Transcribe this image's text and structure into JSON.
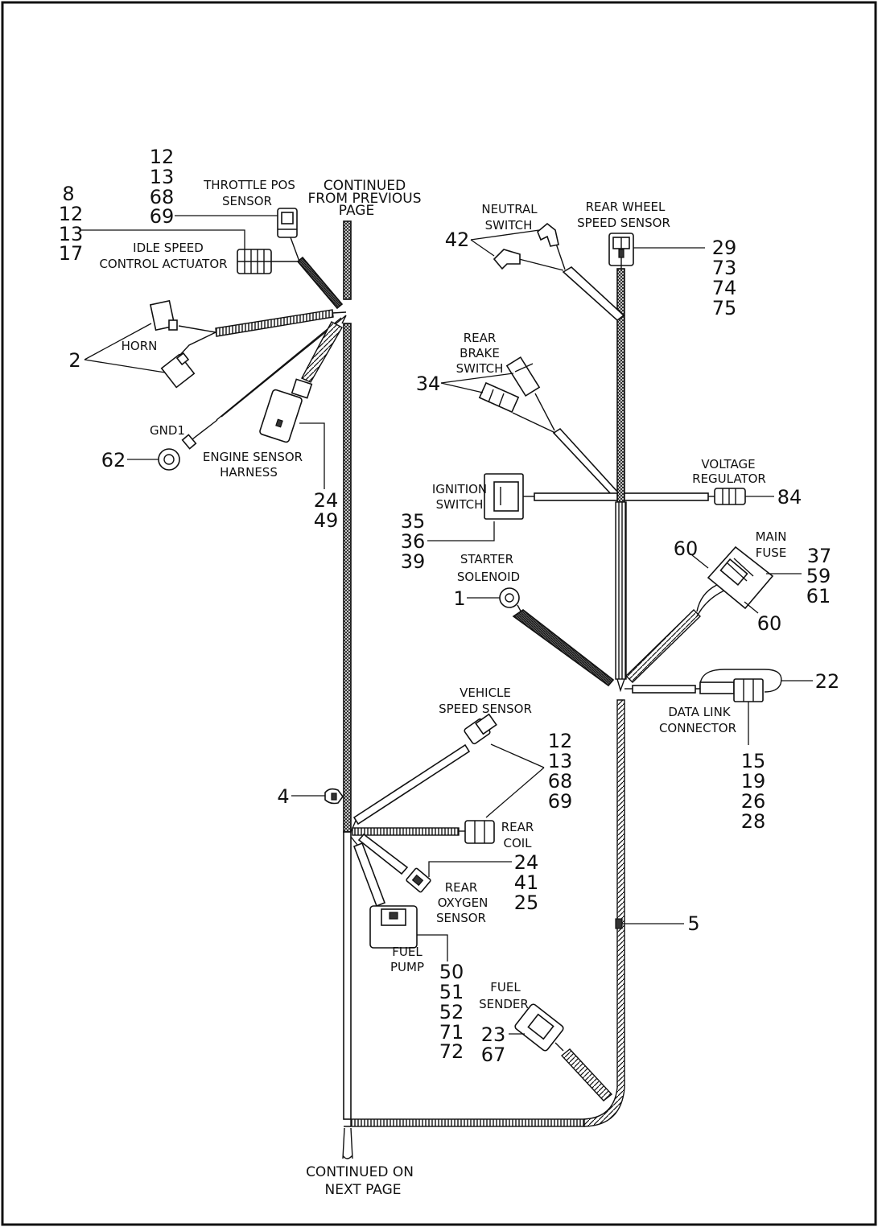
{
  "continued_from": [
    "CONTINUED",
    "FROM PREVIOUS",
    "PAGE"
  ],
  "continued_on": [
    "CONTINUED ON",
    "NEXT PAGE"
  ],
  "components": {
    "throttle_pos": {
      "label": [
        "THROTTLE POS",
        "SENSOR"
      ],
      "refs": [
        "12",
        "13",
        "68",
        "69"
      ]
    },
    "idle_speed": {
      "label": [
        "IDLE SPEED",
        "CONTROL ACTUATOR"
      ],
      "refs": [
        "8",
        "12",
        "13",
        "17"
      ]
    },
    "horn": {
      "label": "HORN",
      "ref": "2"
    },
    "gnd1": {
      "label": "GND1",
      "ref": "62"
    },
    "engine_sensor": {
      "label": [
        "ENGINE SENSOR",
        "HARNESS"
      ],
      "refs": [
        "24",
        "49"
      ]
    },
    "neutral_switch": {
      "label": [
        "NEUTRAL",
        "SWITCH"
      ],
      "ref": "42"
    },
    "rear_wheel_speed": {
      "label": [
        "REAR WHEEL",
        "SPEED SENSOR"
      ],
      "refs": [
        "29",
        "73",
        "74",
        "75"
      ]
    },
    "rear_brake": {
      "label": [
        "REAR",
        "BRAKE",
        "SWITCH"
      ],
      "ref": "34"
    },
    "ignition_switch": {
      "label": [
        "IGNITION",
        "SWITCH"
      ],
      "refs": [
        "35",
        "36",
        "39"
      ]
    },
    "voltage_regulator": {
      "label": [
        "VOLTAGE",
        "REGULATOR"
      ],
      "ref": "84"
    },
    "main_fuse": {
      "label": [
        "MAIN",
        "FUSE"
      ],
      "refs": [
        "37",
        "59",
        "61"
      ],
      "ref_a": "60",
      "ref_b": "60"
    },
    "starter_solenoid": {
      "label": [
        "STARTER",
        "SOLENOID"
      ],
      "ref": "1"
    },
    "data_link": {
      "label": [
        "DATA LINK",
        "CONNECTOR"
      ],
      "ref_top": "22",
      "refs": [
        "15",
        "19",
        "26",
        "28"
      ]
    },
    "vehicle_speed": {
      "label": [
        "VEHICLE",
        "SPEED SENSOR"
      ],
      "refs": [
        "12",
        "13",
        "68",
        "69"
      ]
    },
    "clip": {
      "ref": "4"
    },
    "rear_coil": {
      "label": [
        "REAR",
        "COIL"
      ]
    },
    "rear_oxygen": {
      "label": [
        "REAR",
        "OXYGEN",
        "SENSOR"
      ],
      "refs": [
        "24",
        "41",
        "25"
      ]
    },
    "fuel_pump": {
      "label": [
        "FUEL",
        "PUMP"
      ],
      "refs": [
        "50",
        "51",
        "52",
        "71",
        "72"
      ]
    },
    "fuel_sender": {
      "label": [
        "FUEL",
        "SENDER"
      ],
      "refs": [
        "23",
        "67"
      ]
    },
    "harness_tie": {
      "ref": "5"
    }
  }
}
